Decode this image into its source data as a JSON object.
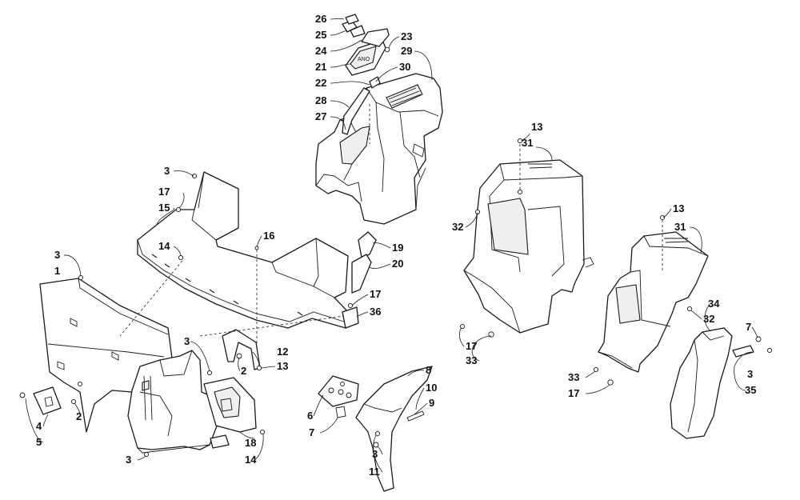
{
  "diagram": {
    "type": "exploded-parts-diagram",
    "line_color": "#1a1a1a",
    "background": "#ffffff",
    "callouts": [
      {
        "id": "c26",
        "text": "26"
      },
      {
        "id": "c25",
        "text": "25"
      },
      {
        "id": "c24",
        "text": "24"
      },
      {
        "id": "c23",
        "text": "23"
      },
      {
        "id": "c29",
        "text": "29"
      },
      {
        "id": "c21",
        "text": "21"
      },
      {
        "id": "c30",
        "text": "30"
      },
      {
        "id": "c22",
        "text": "22"
      },
      {
        "id": "c28",
        "text": "28"
      },
      {
        "id": "c27",
        "text": "27"
      },
      {
        "id": "c13a",
        "text": "13"
      },
      {
        "id": "c31a",
        "text": "31"
      },
      {
        "id": "c3a",
        "text": "3"
      },
      {
        "id": "c17a",
        "text": "17"
      },
      {
        "id": "c15",
        "text": "15"
      },
      {
        "id": "c32a",
        "text": "32"
      },
      {
        "id": "c13b",
        "text": "13"
      },
      {
        "id": "c31b",
        "text": "31"
      },
      {
        "id": "c16",
        "text": "16"
      },
      {
        "id": "c14a",
        "text": "14"
      },
      {
        "id": "c19",
        "text": "19"
      },
      {
        "id": "c3b",
        "text": "3"
      },
      {
        "id": "c20",
        "text": "20"
      },
      {
        "id": "c1",
        "text": "1"
      },
      {
        "id": "c17b",
        "text": "17"
      },
      {
        "id": "c36",
        "text": "36"
      },
      {
        "id": "c34",
        "text": "34"
      },
      {
        "id": "c32b",
        "text": "32"
      },
      {
        "id": "c7a",
        "text": "7"
      },
      {
        "id": "c3c",
        "text": "3"
      },
      {
        "id": "c17c",
        "text": "17"
      },
      {
        "id": "c12",
        "text": "12"
      },
      {
        "id": "c33a",
        "text": "33"
      },
      {
        "id": "c2a",
        "text": "2"
      },
      {
        "id": "c13c",
        "text": "13"
      },
      {
        "id": "c3d",
        "text": "3"
      },
      {
        "id": "c33b",
        "text": "33"
      },
      {
        "id": "c8",
        "text": "8"
      },
      {
        "id": "c17d",
        "text": "17"
      },
      {
        "id": "c35",
        "text": "35"
      },
      {
        "id": "c10",
        "text": "10"
      },
      {
        "id": "c9",
        "text": "9"
      },
      {
        "id": "c6",
        "text": "6"
      },
      {
        "id": "c2b",
        "text": "2"
      },
      {
        "id": "c4",
        "text": "4"
      },
      {
        "id": "c7b",
        "text": "7"
      },
      {
        "id": "c18",
        "text": "18"
      },
      {
        "id": "c5",
        "text": "5"
      },
      {
        "id": "c3e",
        "text": "3"
      },
      {
        "id": "c14b",
        "text": "14"
      },
      {
        "id": "c3f",
        "text": "3"
      },
      {
        "id": "c11",
        "text": "11"
      }
    ]
  }
}
